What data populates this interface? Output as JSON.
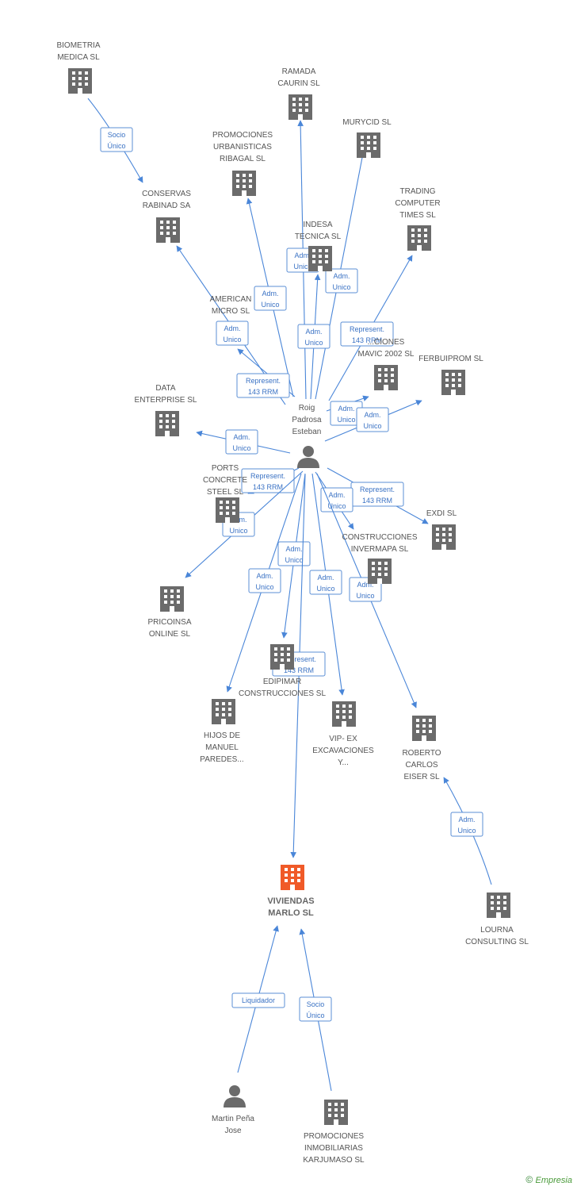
{
  "colors": {
    "edge": "#4a86d8",
    "label_border": "#5b8fd6",
    "label_text": "#3a72c4",
    "company_icon": "#6b6b6b",
    "main_company_icon": "#f05a28",
    "person_icon": "#6b6b6b"
  },
  "nodes": [
    {
      "id": "biometria",
      "type": "company",
      "label": [
        "BIOMETRIA",
        "MEDICA SL"
      ]
    },
    {
      "id": "ramada",
      "type": "company",
      "label": [
        "RAMADA",
        "CAURIN SL"
      ]
    },
    {
      "id": "murycid",
      "type": "company",
      "label": [
        "MURYCID SL"
      ]
    },
    {
      "id": "promociones_urb",
      "type": "company",
      "label": [
        "PROMOCIONES",
        "URBANISTICAS",
        "RIBAGAL SL"
      ]
    },
    {
      "id": "conservas",
      "type": "company",
      "label": [
        "CONSERVAS",
        "RABINAD SA"
      ]
    },
    {
      "id": "trading",
      "type": "company",
      "label": [
        "TRADING",
        "COMPUTER",
        "TIMES SL"
      ]
    },
    {
      "id": "indesa",
      "type": "company",
      "label": [
        "INDESA",
        "TECNICA SL"
      ]
    },
    {
      "id": "american",
      "type": "company",
      "label": [
        "AMERICAN",
        "MICRO SL"
      ]
    },
    {
      "id": "mavic",
      "type": "company",
      "label": [
        "...CIONES",
        "MAVIC 2002 SL"
      ]
    },
    {
      "id": "ferbuiprom",
      "type": "company",
      "label": [
        "FERBUIPROM SL"
      ]
    },
    {
      "id": "data",
      "type": "company",
      "label": [
        "DATA",
        "ENTERPRISE SL"
      ]
    },
    {
      "id": "ports",
      "type": "company",
      "label": [
        "PORTS",
        "CONCRETE",
        "STEEL SL"
      ]
    },
    {
      "id": "exdi",
      "type": "company",
      "label": [
        "EXDI SL"
      ]
    },
    {
      "id": "construcciones_inv",
      "type": "company",
      "label": [
        "CONSTRUCCIONES",
        "INVERMAPA SL"
      ]
    },
    {
      "id": "pricoinsa",
      "type": "company",
      "label": [
        "PRICOINSA",
        "ONLINE SL"
      ]
    },
    {
      "id": "edipimar",
      "type": "company",
      "label": [
        "EDIPIMAR",
        "CONSTRUCCIONES SL"
      ]
    },
    {
      "id": "hijos",
      "type": "company",
      "label": [
        "HIJOS DE",
        "MANUEL",
        "PAREDES..."
      ]
    },
    {
      "id": "vipex",
      "type": "company",
      "label": [
        "VIP- EX",
        "EXCAVACIONES",
        "Y..."
      ]
    },
    {
      "id": "roberto",
      "type": "company",
      "label": [
        "ROBERTO",
        "CARLOS",
        "EISER SL"
      ]
    },
    {
      "id": "lourna",
      "type": "company",
      "label": [
        "LOURNA",
        "CONSULTING SL"
      ]
    },
    {
      "id": "viviendas",
      "type": "main",
      "label": [
        "VIVIENDAS",
        "MARLO SL"
      ]
    },
    {
      "id": "martin",
      "type": "person",
      "label": [
        "Martin Peña",
        "Jose"
      ]
    },
    {
      "id": "promociones_inm",
      "type": "company",
      "label": [
        "PROMOCIONES",
        "INMOBILIARIAS",
        "KARJUMASO SL"
      ]
    },
    {
      "id": "roig",
      "type": "person",
      "label": [
        "Roig",
        "Padrosa",
        "Esteban"
      ]
    }
  ],
  "edges": [
    {
      "label": [
        "Socio",
        "Único"
      ]
    },
    {
      "label": [
        "Adm.",
        "Unico"
      ]
    },
    {
      "label": [
        "Adm.",
        "Unico"
      ]
    },
    {
      "label": [
        "Adm.",
        "Unico"
      ]
    },
    {
      "label": [
        "Represent.",
        "143 RRM"
      ]
    },
    {
      "label": [
        "Adm.",
        "Unico"
      ]
    },
    {
      "label": [
        "Adm.",
        "Unico"
      ]
    },
    {
      "label": [
        "Adm.",
        "Unico"
      ]
    },
    {
      "label": [
        "Represent.",
        "143 RRM"
      ]
    },
    {
      "label": [
        "Adm.",
        "Unico"
      ]
    },
    {
      "label": [
        "Adm.",
        "Unico"
      ]
    },
    {
      "label": [
        "Represent.",
        "143 RRM"
      ]
    },
    {
      "label": [
        "Adm.",
        "Unico"
      ]
    },
    {
      "label": [
        "Represent.",
        "143 RRM"
      ]
    },
    {
      "label": [
        "Adm.",
        "Unico"
      ]
    },
    {
      "label": [
        "Adm.",
        "Unico"
      ]
    },
    {
      "label": [
        "Adm.",
        "Unico"
      ]
    },
    {
      "label": [
        "Adm.",
        "Unico"
      ]
    },
    {
      "label": [
        "Adm.",
        "Unico"
      ]
    },
    {
      "label": [
        "Represent.",
        "143 RRM"
      ]
    },
    {
      "label": [
        "Adm.",
        "Unico"
      ]
    },
    {
      "label": [
        "Liquidador"
      ]
    },
    {
      "label": [
        "Socio",
        "Único"
      ]
    },
    {
      "label": [
        "Socio",
        "Único"
      ]
    }
  ],
  "footer": {
    "symbol": "©",
    "brand": "Empresia"
  }
}
